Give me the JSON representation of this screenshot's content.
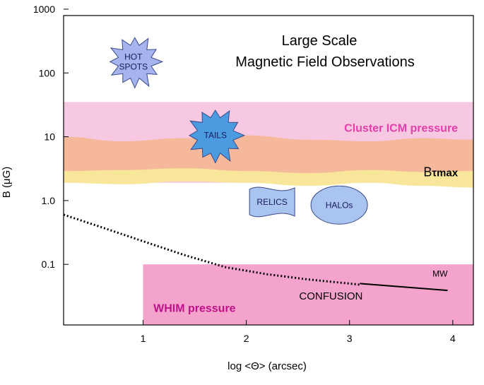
{
  "chart_data": {
    "type": "scatter",
    "title_line1": "Large Scale",
    "title_line2": "Magnetic Field Observations",
    "xlabel": "log <Θ> (arcsec)",
    "ylabel": "B (μG)",
    "xlim": [
      0.23,
      4.2
    ],
    "ylim_log10": [
      -1.95,
      2.9
    ],
    "y_scale": "log",
    "x_ticks": [
      {
        "value": 1,
        "label": "1"
      },
      {
        "value": 2,
        "label": "2"
      },
      {
        "value": 3,
        "label": "3"
      },
      {
        "value": 4,
        "label": "4"
      }
    ],
    "y_ticks": [
      {
        "value": 1000,
        "label": "1000"
      },
      {
        "value": 100,
        "label": "100"
      },
      {
        "value": 10,
        "label": "10"
      },
      {
        "value": 1,
        "label": "1.0"
      },
      {
        "value": 0.1,
        "label": "0.1"
      }
    ],
    "grid": false,
    "regions": [
      {
        "id": "cluster-icm",
        "label": "Cluster ICM pressure",
        "x": [
          0.23,
          4.2
        ],
        "y": [
          1.9,
          35
        ],
        "color": "#f7c8e2",
        "label_color": "#e040a8",
        "label_pos": [
          4.05,
          12
        ]
      },
      {
        "id": "whim",
        "label": "WHIM pressure",
        "x": [
          1.0,
          4.2
        ],
        "y": [
          0.011,
          0.1
        ],
        "color": "#f4a3cc",
        "label_color": "#c0108a",
        "label_pos": [
          1.1,
          0.018
        ]
      }
    ],
    "bands": [
      {
        "id": "btmax-yellow",
        "color": "#f8e79b",
        "x": [
          0.23,
          0.8,
          1.4,
          2.0,
          2.6,
          3.2,
          3.7,
          4.2
        ],
        "upper": [
          3.6,
          3.4,
          3.7,
          3.5,
          3.3,
          3.7,
          3.5,
          3.6
        ],
        "lower": [
          1.9,
          1.8,
          2.0,
          1.9,
          1.7,
          1.9,
          1.7,
          1.6
        ]
      },
      {
        "id": "btmax-orange",
        "color": "#f6b89a",
        "x": [
          0.23,
          0.8,
          1.4,
          2.0,
          2.6,
          3.2,
          3.7,
          4.2
        ],
        "upper": [
          10,
          8.5,
          9.5,
          10.5,
          9,
          8.5,
          9.5,
          9
        ],
        "lower": [
          2.9,
          3.0,
          3.2,
          2.9,
          2.7,
          3.0,
          2.8,
          2.9
        ]
      }
    ],
    "btmax_label": {
      "text_main": "B",
      "text_sub": "τmax",
      "x": 4.05,
      "y": 2.4
    },
    "shapes": [
      {
        "id": "hot-spots",
        "kind": "burst",
        "label_lines": [
          "HOT",
          "SPOTS"
        ],
        "x": 0.92,
        "y": 150,
        "color": "#a6b4ee"
      },
      {
        "id": "tails",
        "kind": "burst",
        "label_lines": [
          "TAILS"
        ],
        "x": 1.7,
        "y": 10.5,
        "color": "#4a9be0"
      },
      {
        "id": "relics",
        "kind": "wave",
        "label_lines": [
          "RELICS"
        ],
        "x": 2.25,
        "y": 0.95,
        "color": "#a8c4ef"
      },
      {
        "id": "halos",
        "kind": "ellipse",
        "label_lines": [
          "HALOs"
        ],
        "x": 2.9,
        "y": 0.85,
        "color": "#a8c4ef"
      }
    ],
    "series": [
      {
        "id": "lower-limit",
        "style": "dotted",
        "x": [
          0.23,
          0.6,
          1.0,
          1.4,
          1.8,
          2.2,
          2.6,
          3.0,
          3.1
        ],
        "y": [
          0.6,
          0.38,
          0.23,
          0.14,
          0.09,
          0.07,
          0.058,
          0.05,
          0.048
        ]
      },
      {
        "id": "mw",
        "label": "MW",
        "style": "solid",
        "x": [
          3.1,
          3.95
        ],
        "y": [
          0.05,
          0.039
        ],
        "label_pos": [
          3.95,
          0.05
        ]
      }
    ],
    "annotations": [
      {
        "id": "confusion",
        "text": "CONFUSION",
        "x": 2.82,
        "y": 0.028
      }
    ]
  }
}
